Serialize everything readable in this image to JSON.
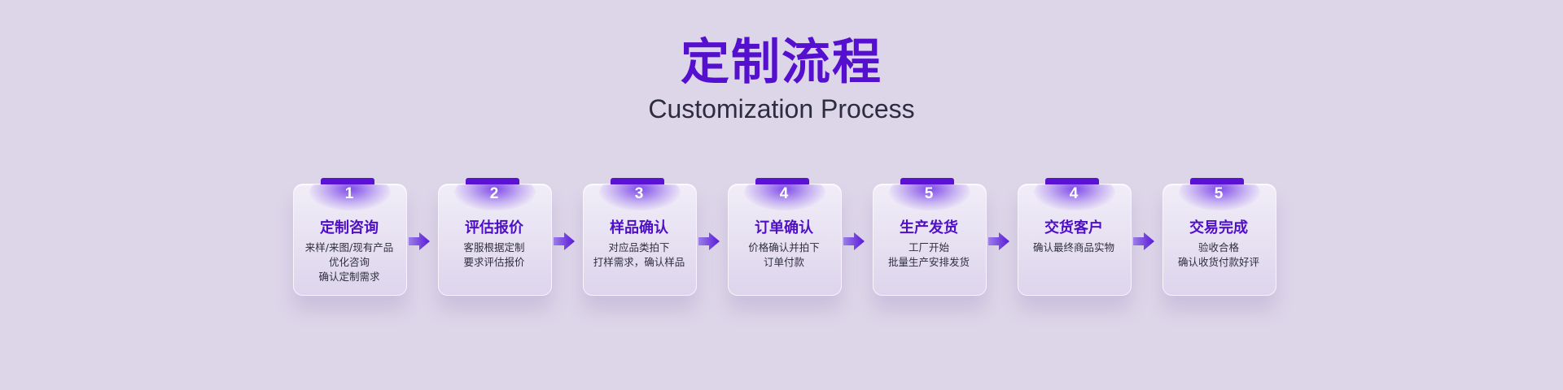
{
  "header": {
    "title_cn": "定制流程",
    "title_en": "Customization Process"
  },
  "colors": {
    "background": "#ddd5e8",
    "accent": "#5510cf",
    "card": "#ece7f5",
    "text": "#2f2f3f"
  },
  "steps": [
    {
      "number": "1",
      "title": "定制咨询",
      "lines": [
        "来样/来图/现有产品",
        "优化咨询",
        "确认定制需求"
      ]
    },
    {
      "number": "2",
      "title": "评估报价",
      "lines": [
        "客服根据定制",
        "要求评估报价"
      ]
    },
    {
      "number": "3",
      "title": "样品确认",
      "lines": [
        "对应品类拍下",
        "打样需求，确认样品"
      ]
    },
    {
      "number": "4",
      "title": "订单确认",
      "lines": [
        "价格确认并拍下",
        "订单付款"
      ]
    },
    {
      "number": "5",
      "title": "生产发货",
      "lines": [
        "工厂开始",
        "批量生产安排发货"
      ]
    },
    {
      "number": "4",
      "title": "交货客户",
      "lines": [
        "确认最终商品实物"
      ]
    },
    {
      "number": "5",
      "title": "交易完成",
      "lines": [
        "验收合格",
        "确认收货付款好评"
      ]
    }
  ],
  "arrow_icon": "right-arrow-icon"
}
